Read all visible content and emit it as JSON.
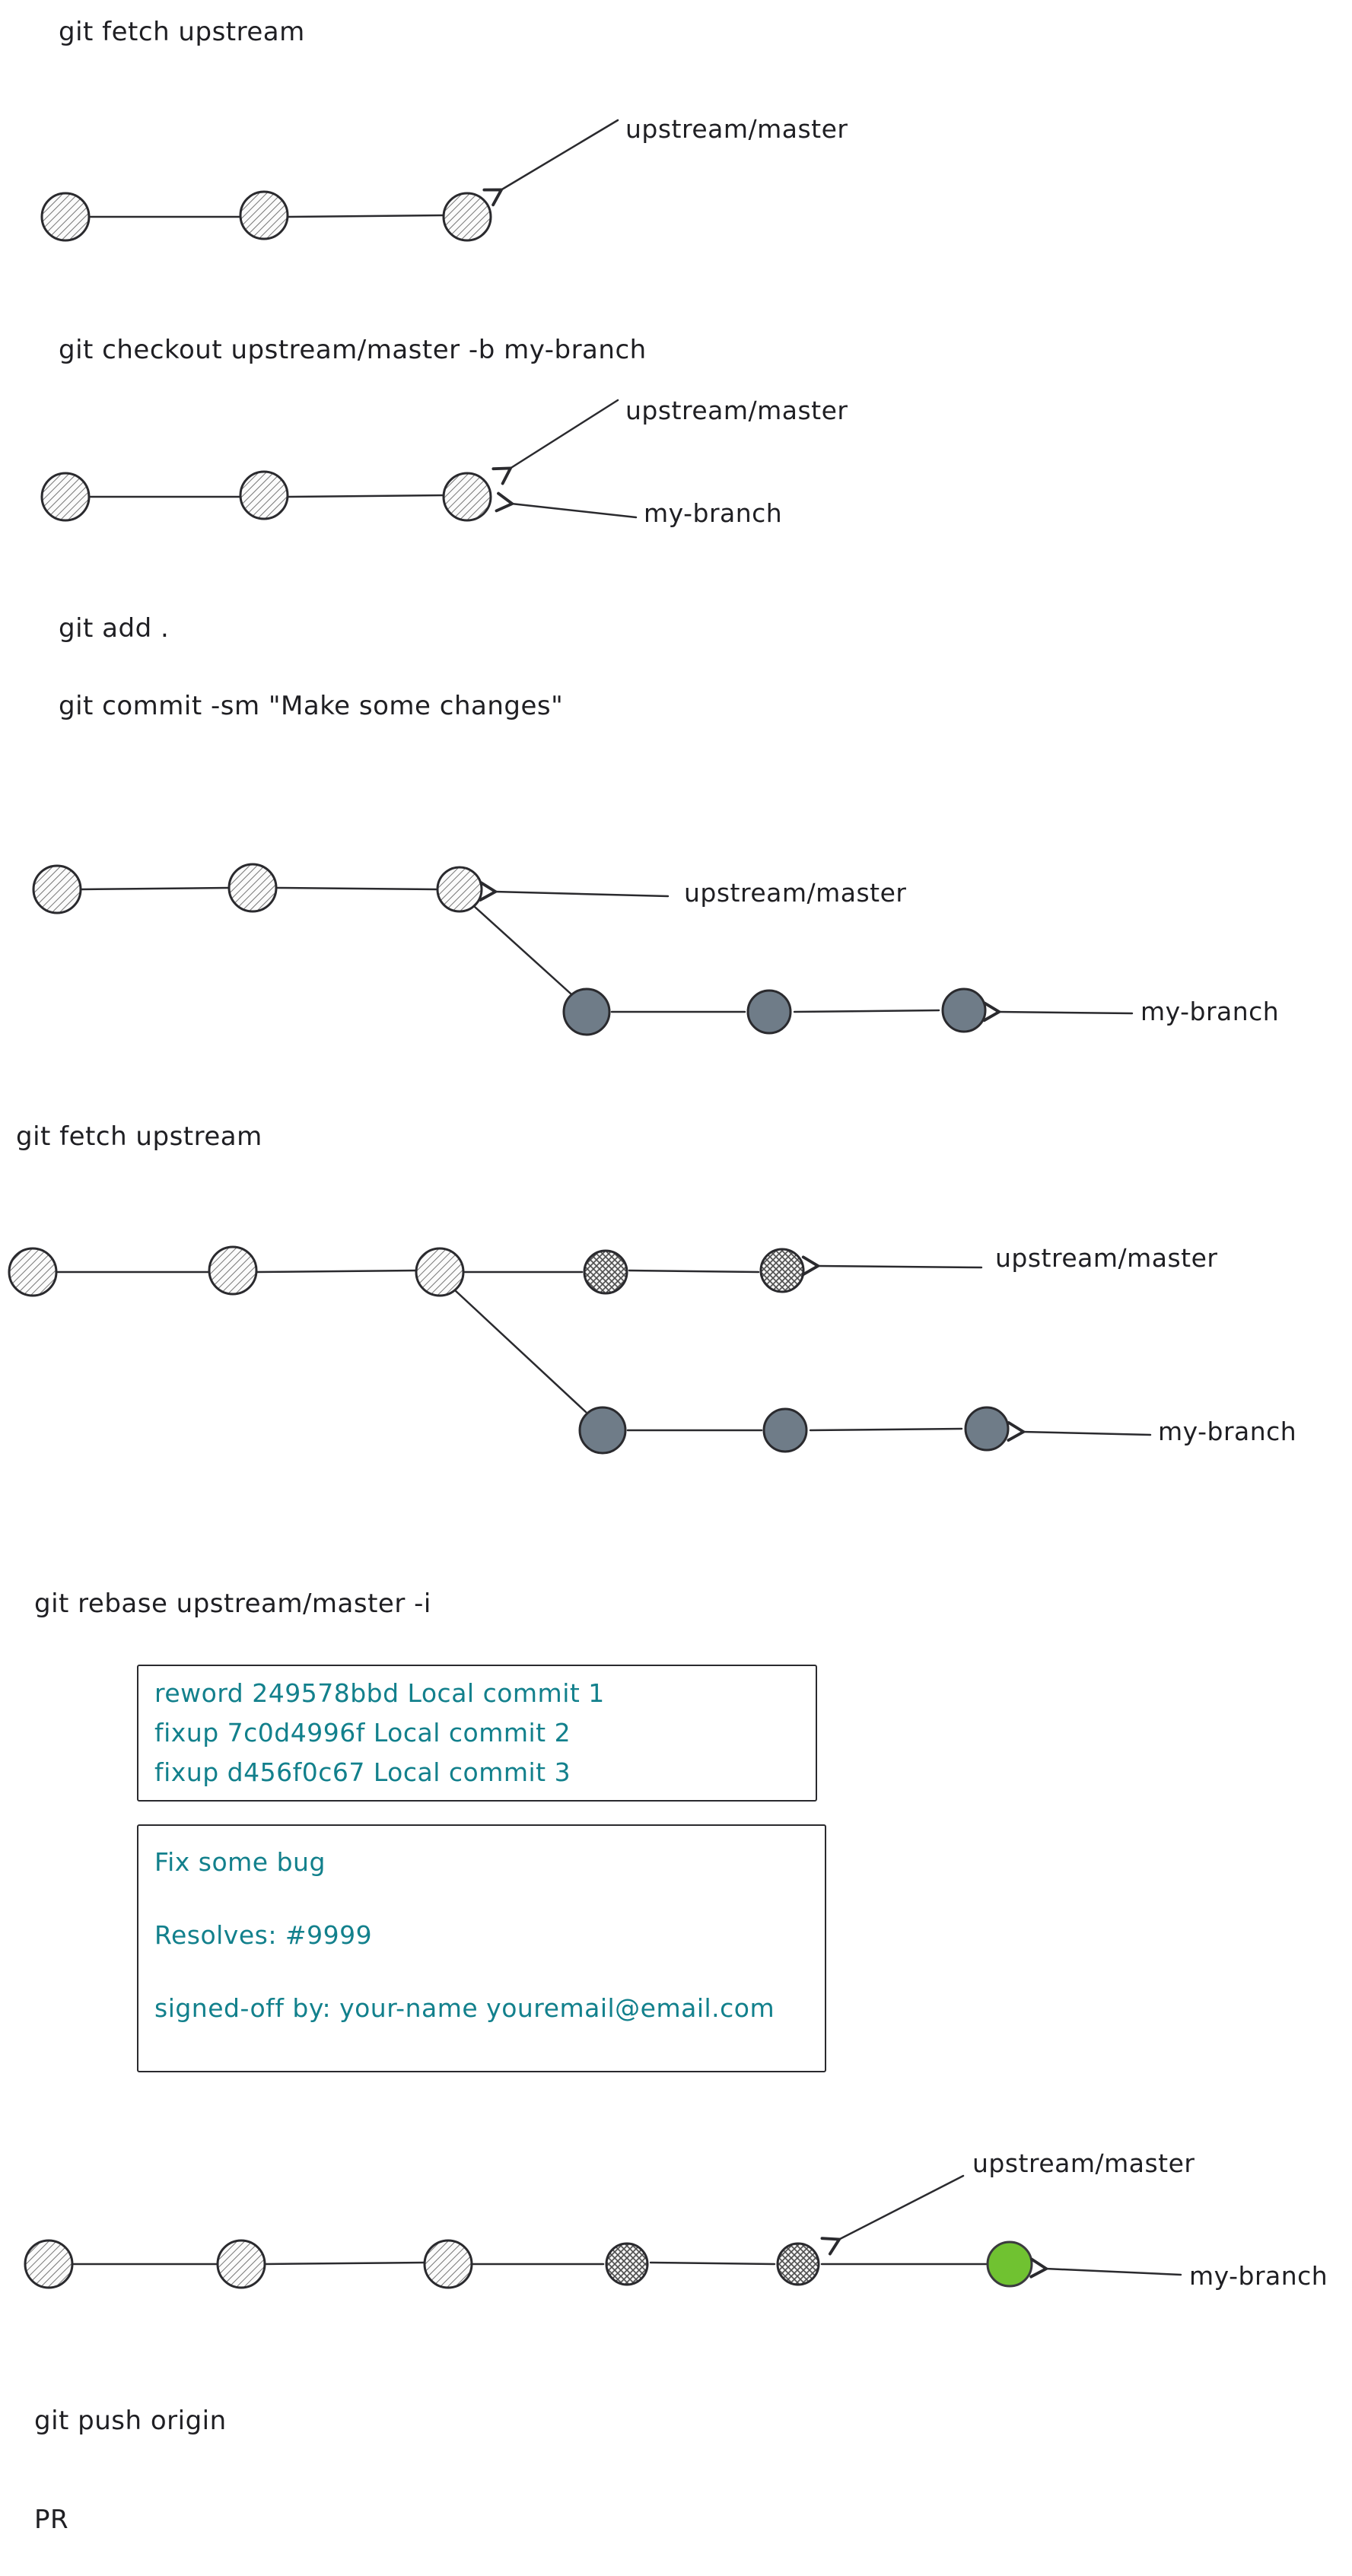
{
  "commands": {
    "fetch_upstream_1": "git fetch upstream",
    "checkout_branch": "git checkout upstream/master -b my-branch",
    "git_add": "git add .",
    "git_commit": "git commit -sm \"Make some changes\"",
    "fetch_upstream_2": "git fetch upstream",
    "rebase_interactive": "git rebase upstream/master -i",
    "push_origin": "git push origin",
    "pr": "PR"
  },
  "branch_labels": {
    "upstream_master": "upstream/master",
    "my_branch": "my-branch"
  },
  "rebase_todo_box": {
    "lines": [
      "reword 249578bbd Local commit 1",
      "fixup 7c0d4996f Local commit 2",
      "fixup d456f0c67 Local commit 3"
    ]
  },
  "commit_message_box": {
    "lines": [
      "Fix some bug",
      "Resolves: #9999",
      "signed-off by: your-name youremail@email.com"
    ]
  },
  "colors": {
    "ink": "#1f1f23",
    "teal_text": "#12808c",
    "gray_commit_fill": "#6f7c88",
    "green_commit_fill": "#70c231"
  }
}
